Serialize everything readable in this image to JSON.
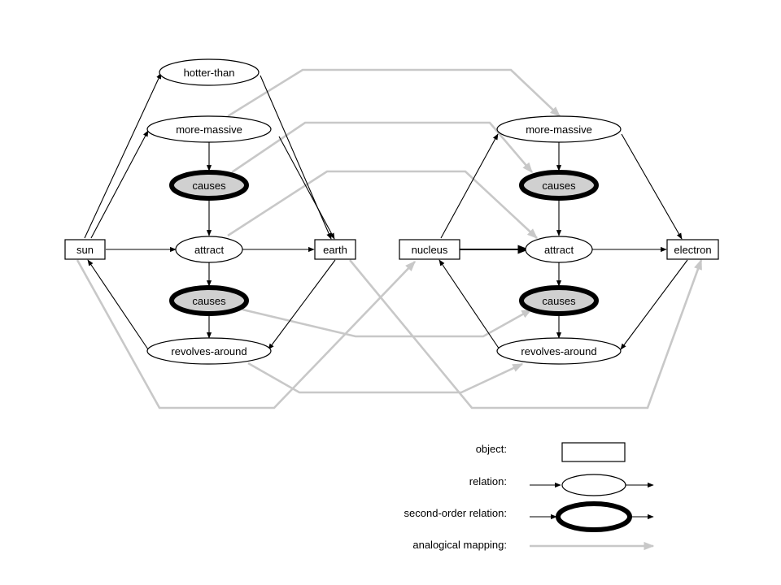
{
  "left_domain": {
    "objects": {
      "sun": "sun",
      "earth": "earth"
    },
    "relations": {
      "hotter_than": "hotter-than",
      "more_massive": "more-massive",
      "attract": "attract",
      "revolves_around": "revolves-around"
    },
    "second_order": {
      "causes_top": "causes",
      "causes_bottom": "causes"
    }
  },
  "right_domain": {
    "objects": {
      "nucleus": "nucleus",
      "electron": "electron"
    },
    "relations": {
      "more_massive": "more-massive",
      "attract": "attract",
      "revolves_around": "revolves-around"
    },
    "second_order": {
      "causes_top": "causes",
      "causes_bottom": "causes"
    }
  },
  "legend": {
    "object": "object:",
    "relation": "relation:",
    "second_order_relation": "second-order relation:",
    "analogical_mapping": "analogical mapping:"
  },
  "colors": {
    "mapping_line": "#c8c8c8",
    "second_order_fill": "#d0d0d0",
    "edge": "#000000"
  }
}
